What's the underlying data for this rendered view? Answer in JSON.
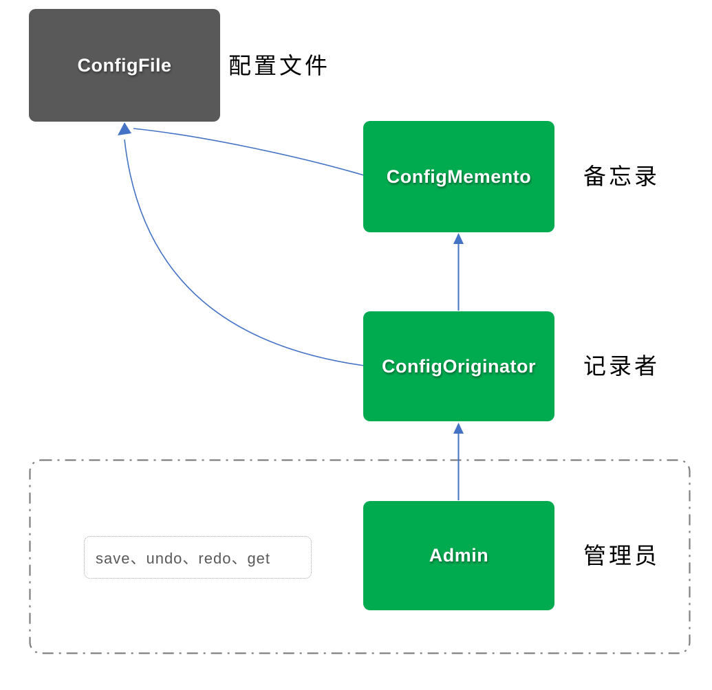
{
  "diagram": {
    "nodes": [
      {
        "id": "config-file",
        "label": "ConfigFile",
        "caption": "配置文件",
        "fill": "#595959",
        "text_color": "#FFFFFF"
      },
      {
        "id": "config-memento",
        "label": "ConfigMemento",
        "caption": "备忘录",
        "fill": "#00AB50",
        "text_color": "#FFFFFF"
      },
      {
        "id": "config-originator",
        "label": "ConfigOriginator",
        "caption": "记录者",
        "fill": "#00AB50",
        "text_color": "#FFFFFF"
      },
      {
        "id": "admin",
        "label": "Admin",
        "caption": "管理员",
        "fill": "#00AB50",
        "text_color": "#FFFFFF"
      }
    ],
    "note": {
      "text": "save、undo、redo、get",
      "text_color": "#595959"
    },
    "edges": [
      {
        "from": "Admin",
        "to": "ConfigOriginator",
        "style": "straight-up-arrow"
      },
      {
        "from": "ConfigOriginator",
        "to": "ConfigMemento",
        "style": "straight-up-arrow"
      },
      {
        "from": "ConfigMemento",
        "to": "ConfigFile",
        "style": "curved-arrow"
      },
      {
        "from": "ConfigOriginator",
        "to": "ConfigFile",
        "style": "curved-arrow"
      }
    ],
    "colors": {
      "arrow": "#4472C4",
      "node_green": "#00AB50",
      "node_gray": "#595959",
      "boundary_border": "#7F7F7F",
      "note_border": "#A8A8A8",
      "background": "#FFFFFF"
    }
  }
}
